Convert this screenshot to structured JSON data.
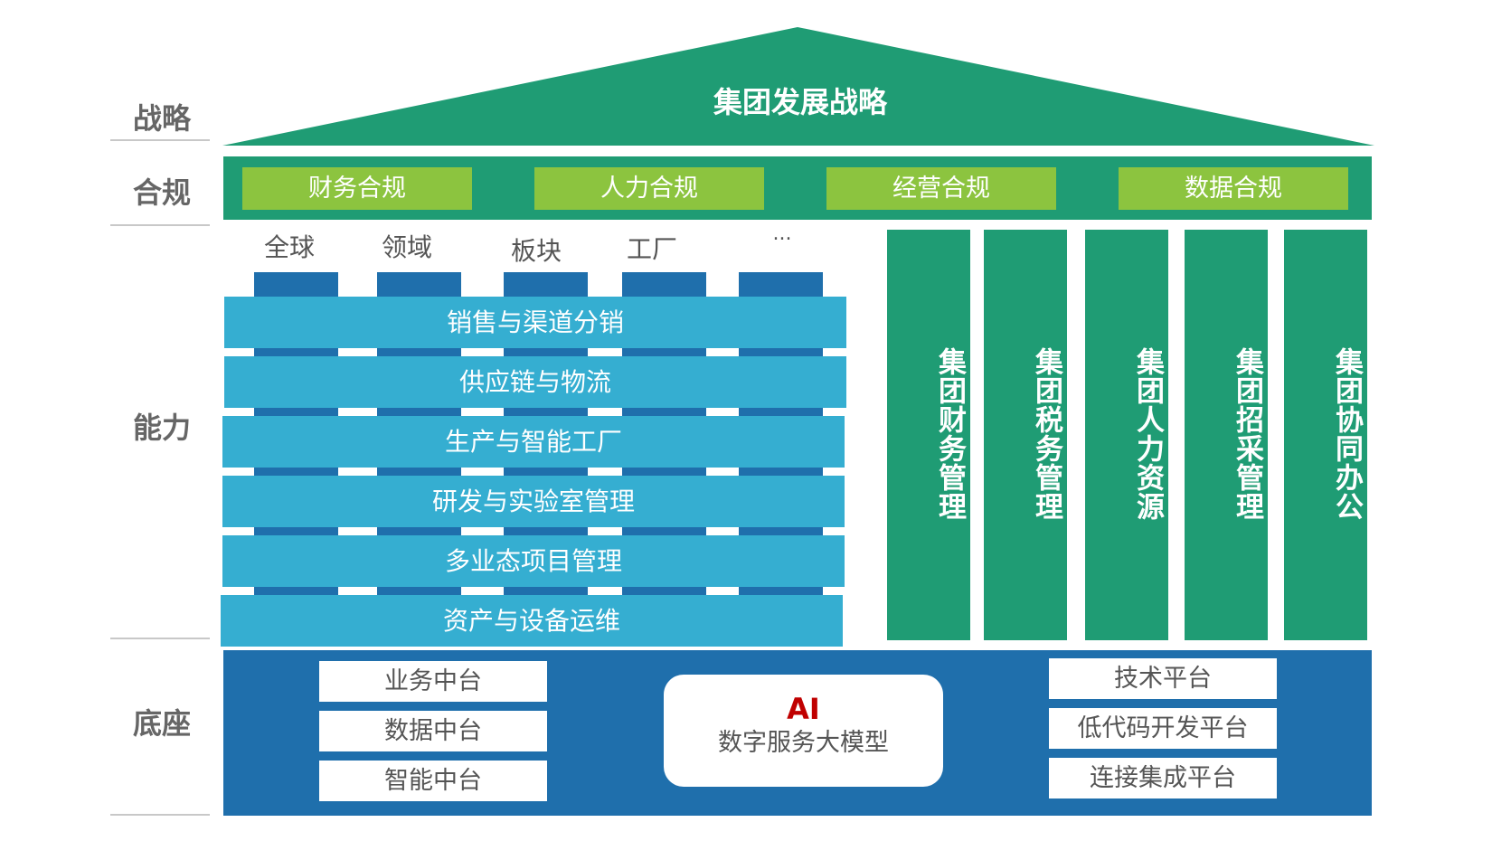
{
  "left_labels": [
    "战略",
    "合规",
    "能力",
    "底座"
  ],
  "strategy": {
    "title": "集团发展战略"
  },
  "compliance": [
    "财务合规",
    "人力合规",
    "经营合规",
    "数据合规"
  ],
  "dimensions": [
    "全球",
    "领域",
    "板块",
    "工厂",
    "..."
  ],
  "capabilities": [
    "销售与渠道分销",
    "供应链与物流",
    "生产与智能工厂",
    "研发与实验室管理",
    "多业态项目管理",
    "资产与设备运维"
  ],
  "pillars": [
    "集团财务管理",
    "集团税务管理",
    "集团人力资源",
    "集团招采管理",
    "集团协同办公"
  ],
  "base": {
    "left": [
      "业务中台",
      "数据中台",
      "智能中台"
    ],
    "ai_title": "AI",
    "ai_subtitle": "数字服务大模型",
    "right": [
      "技术平台",
      "低代码开发平台",
      "连接集成平台"
    ]
  },
  "colors": {
    "green": "#1f9c74",
    "light_green": "#8cc43f",
    "cyan": "#35aed1",
    "blue": "#1f6fac",
    "ai_red": "#c00000"
  }
}
